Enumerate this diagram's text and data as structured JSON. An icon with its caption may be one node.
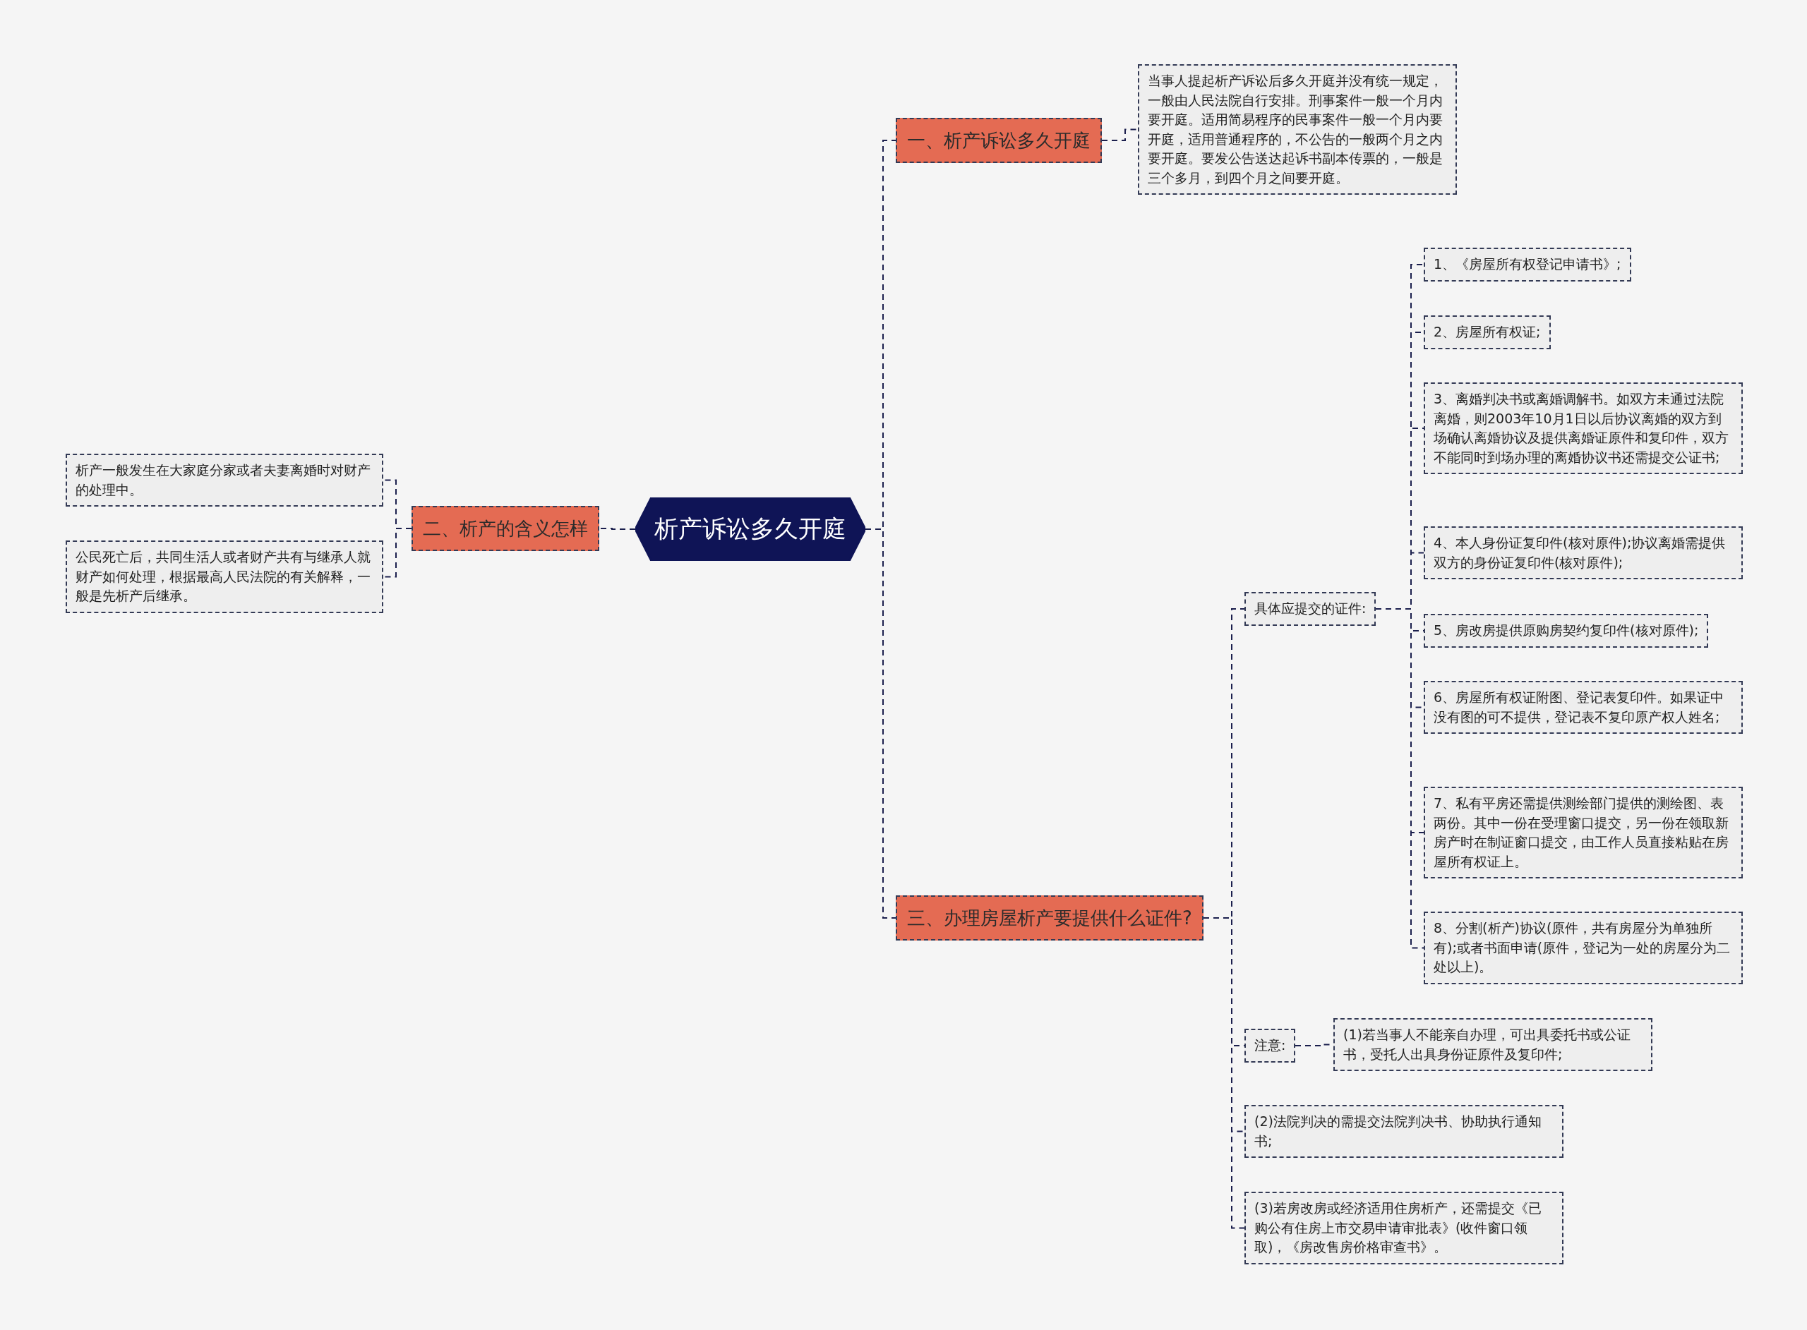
{
  "diagram": {
    "nodes": [
      {
        "text": [
          "析产诉讼多久开庭"
        ]
      },
      {
        "text": [
          "一、析产诉讼多久开庭"
        ]
      },
      {
        "text": [
          "当事人提起析产诉讼后多久开庭并没有统一规定，一般由人民法院自行安排。刑事案件一般一个月内要开庭。适用简易程序的民事案件一般一个月内要开庭，适用普通程序的，不公告的一般两个月之内要开庭。要发公告送达起诉书副本传票的，一般是三个多月，到四个月之间要开庭。"
        ]
      },
      {
        "text": [
          "二、析产的含义怎样"
        ]
      },
      {
        "text": [
          "析产一般发生在大家庭分家或者夫妻离婚时对财产的处理中。"
        ]
      },
      {
        "text": [
          "公民死亡后，共同生活人或者财产共有与继承人就财产如何处理，根据最高人民法院的有关解释，一般是先析产后继承。"
        ]
      },
      {
        "text": [
          "三、办理房屋析产要提供什么证件?"
        ]
      },
      {
        "text": [
          "具体应提交的证件:"
        ]
      },
      {
        "text": [
          "1、《房屋所有权登记申请书》;"
        ]
      },
      {
        "text": [
          "2、房屋所有权证;"
        ]
      },
      {
        "text": [
          "3、离婚判决书或离婚调解书。如双方未通过法院离婚，则2003年10月1日以后协议离婚的双方到场确认离婚协议及提供离婚证原件和复印件，双方不能同时到场办理的离婚协议书还需提交公证书;"
        ]
      },
      {
        "text": [
          "4、本人身份证复印件(核对原件);协议离婚需提供双方的身份证复印件(核对原件);"
        ]
      },
      {
        "text": [
          "5、房改房提供原购房契约复印件(核对原件);"
        ]
      },
      {
        "text": [
          "6、房屋所有权证附图、登记表复印件。如果证中没有图的可不提供，登记表不复印原产权人姓名;"
        ]
      },
      {
        "text": [
          "7、私有平房还需提供测绘部门提供的测绘图、表两份。其中一份在受理窗口提交，另一份在领取新房产时在制证窗口提交，由工作人员直接粘贴在房屋所有权证上。"
        ]
      },
      {
        "text": [
          "8、分割(析产)协议(原件，共有房屋分为单独所有);或者书面申请(原件，登记为一处的房屋分为二处以上)。"
        ]
      },
      {
        "text": [
          "注意:"
        ]
      },
      {
        "text": [
          "(1)若当事人不能亲自办理，可出具委托书或公证书，受托人出具身份证原件及复印件;"
        ]
      },
      {
        "text": [
          "(2)法院判决的需提交法院判决书、协助执行通知书;"
        ]
      },
      {
        "text": [
          "(3)若房改房或经济适用住房析产，还需提交《已购公有住房上市交易申请审批表》(收件窗口领取)，《房改售房价格审查书》。"
        ]
      }
    ],
    "edges": [
      {
        "from": 0,
        "to": 1,
        "arrow": "none"
      },
      {
        "from": 1,
        "to": 2,
        "arrow": "none"
      },
      {
        "from": 0,
        "to": 3,
        "arrow": "none"
      },
      {
        "from": 3,
        "to": 4,
        "arrow": "none"
      },
      {
        "from": 3,
        "to": 5,
        "arrow": "none"
      },
      {
        "from": 0,
        "to": 6,
        "arrow": "none"
      },
      {
        "from": 6,
        "to": 7,
        "arrow": "none"
      },
      {
        "from": 7,
        "to": 8,
        "arrow": "none"
      },
      {
        "from": 7,
        "to": 9,
        "arrow": "none"
      },
      {
        "from": 7,
        "to": 10,
        "arrow": "none"
      },
      {
        "from": 7,
        "to": 11,
        "arrow": "none"
      },
      {
        "from": 7,
        "to": 12,
        "arrow": "none"
      },
      {
        "from": 7,
        "to": 13,
        "arrow": "none"
      },
      {
        "from": 7,
        "to": 14,
        "arrow": "none"
      },
      {
        "from": 7,
        "to": 15,
        "arrow": "none"
      },
      {
        "from": 6,
        "to": 16,
        "arrow": "none"
      },
      {
        "from": 16,
        "to": 17,
        "arrow": "none"
      },
      {
        "from": 6,
        "to": 18,
        "arrow": "none"
      },
      {
        "from": 6,
        "to": 19,
        "arrow": "none"
      }
    ]
  }
}
